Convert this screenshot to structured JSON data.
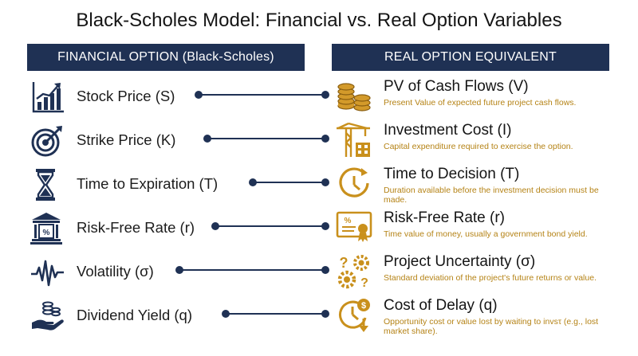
{
  "title": "Black-Scholes Model: Financial vs. Real Option Variables",
  "headers": {
    "left": "FINANCIAL OPTION (Black-Scholes)",
    "right": "REAL OPTION EQUIVALENT"
  },
  "colors": {
    "navy": "#1f3154",
    "gold": "#c9901c",
    "desc": "#b58316"
  },
  "rows": [
    {
      "financial": "Stock Price (S)",
      "left_icon": "stock-chart-icon",
      "real": "PV of Cash Flows (V)",
      "right_icon": "coin-stack-icon",
      "description": "Present Value of expected future project cash flows."
    },
    {
      "financial": "Strike Price (K)",
      "left_icon": "target-icon",
      "real": "Investment Cost (I)",
      "right_icon": "crane-building-icon",
      "description": "Capital expenditure required to exercise the option."
    },
    {
      "financial": "Time to Expiration (T)",
      "left_icon": "hourglass-icon",
      "real": "Time to Decision (T)",
      "right_icon": "clock-icon",
      "description": "Duration available before the investment decision must be made."
    },
    {
      "financial": "Risk-Free Rate (r)",
      "left_icon": "bank-icon",
      "real": "Risk-Free Rate (r)",
      "right_icon": "bond-certificate-icon",
      "description": "Time value of money, usually a government bond yield."
    },
    {
      "financial": "Volatility (σ)",
      "left_icon": "pulse-wave-icon",
      "real": "Project Uncertainty (σ)",
      "right_icon": "question-gears-icon",
      "description": "Standard deviation of the project's future returns or value."
    },
    {
      "financial": "Dividend Yield (q)",
      "left_icon": "hand-coins-icon",
      "real": "Cost of Delay (q)",
      "right_icon": "clock-dollar-icon",
      "description": "Opportunity cost or value lost by waiting to invsτ (e.g., lost market share)."
    }
  ]
}
